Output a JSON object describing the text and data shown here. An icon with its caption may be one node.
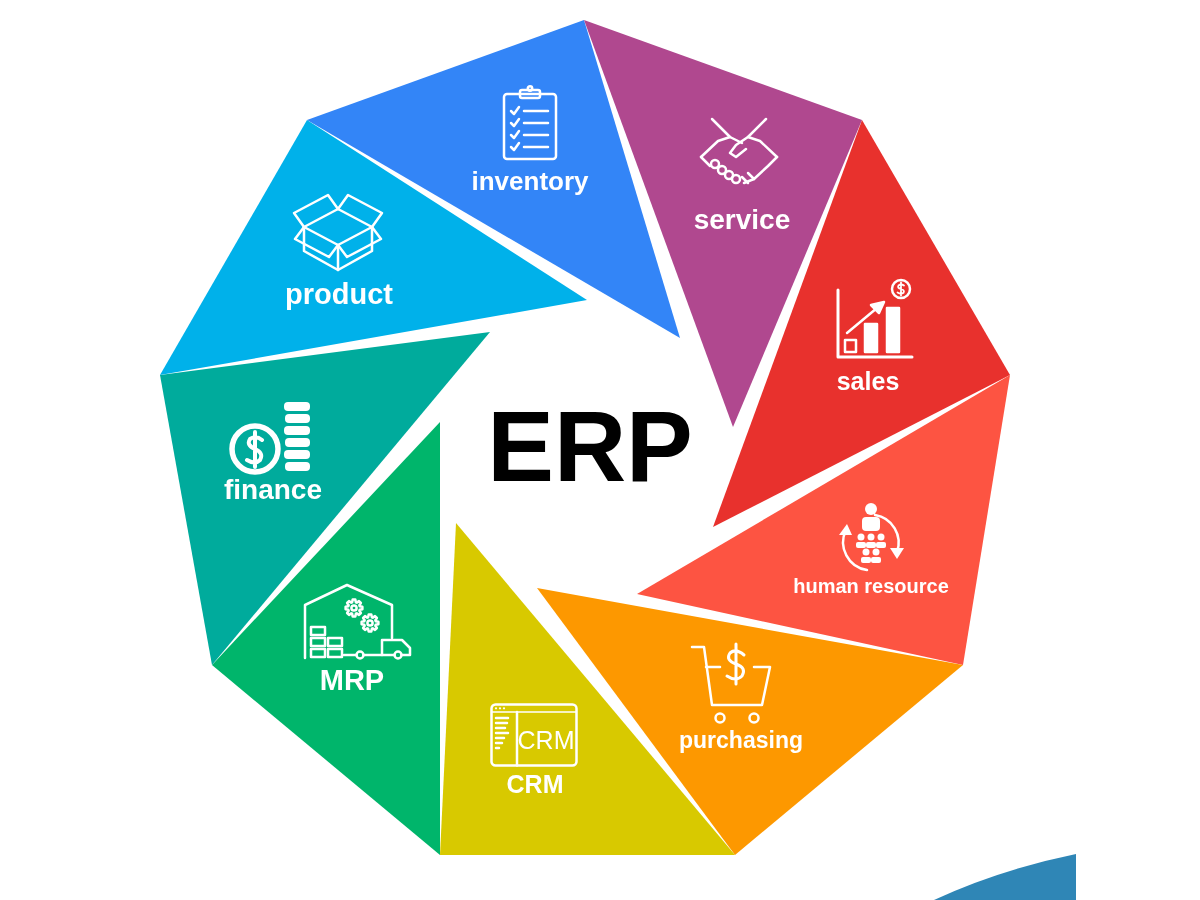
{
  "diagram": {
    "nodes": [
      {
        "text": [
          "inventory"
        ]
      },
      {
        "text": [
          "service"
        ]
      },
      {
        "text": [
          "sales"
        ]
      },
      {
        "text": [
          "human resource"
        ]
      },
      {
        "text": [
          "purchasing"
        ]
      },
      {
        "text": [
          "CRM",
          "CRM"
        ]
      },
      {
        "text": [
          "MRP"
        ]
      },
      {
        "text": [
          "finance"
        ]
      },
      {
        "text": [
          "product"
        ]
      }
    ],
    "labels": [
      "ERP"
    ]
  }
}
